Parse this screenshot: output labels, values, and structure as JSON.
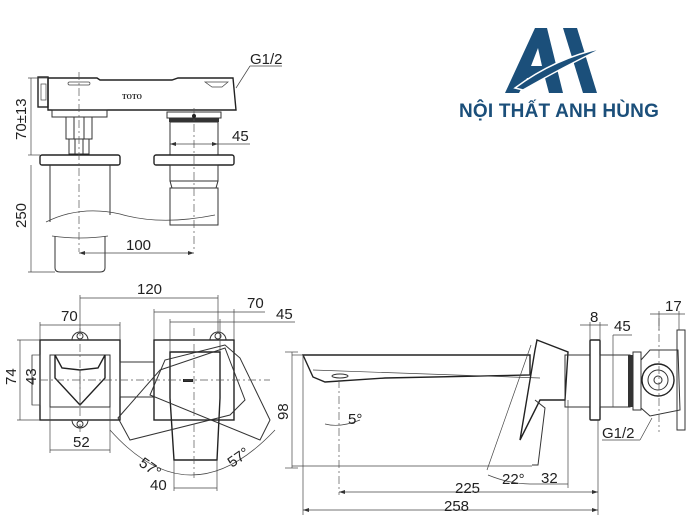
{
  "brand": {
    "name": "NỘI THẤT ANH HÙNG",
    "color": "#1b4f7a"
  },
  "drawing": {
    "product_mark": "TOTO",
    "top_view": {
      "thread_label": "G1/2",
      "height_label": "70±13",
      "body_depth_label": "250",
      "center_distance_label": "100",
      "valve_diameter_label": "45"
    },
    "front_view": {
      "overall_width_label": "120",
      "left_plate_width_label": "70",
      "right_plate_width_label": "70",
      "right_inner_label": "45",
      "plate_height_label": "74",
      "inner_height_label": "43",
      "bottom_inner_width_label": "52",
      "handle_width_label": "40",
      "handle_reach_label": "98",
      "rotation_left_label": "57°",
      "rotation_right_label": "57°"
    },
    "side_view": {
      "flange_thickness_label": "8",
      "body_diameter_label": "45",
      "valve_depth_label": "17",
      "thread_label": "G1/2",
      "spout_angle_label": "5°",
      "handle_angle_label": "22°",
      "handle_offset_label": "32",
      "spout_reach_label": "225",
      "overall_length_label": "258",
      "height_label": "98"
    }
  }
}
